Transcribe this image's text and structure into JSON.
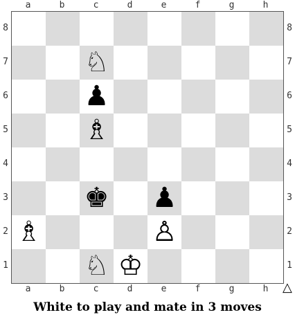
{
  "files": [
    "a",
    "b",
    "c",
    "d",
    "e",
    "f",
    "g",
    "h"
  ],
  "ranks": [
    "8",
    "7",
    "6",
    "5",
    "4",
    "3",
    "2",
    "1"
  ],
  "pieces": [
    {
      "square": "c7",
      "color": "white",
      "type": "knight",
      "glyph": "♘"
    },
    {
      "square": "c6",
      "color": "black",
      "type": "pawn",
      "glyph": "♟"
    },
    {
      "square": "c5",
      "color": "white",
      "type": "bishop",
      "glyph": "♗"
    },
    {
      "square": "c3",
      "color": "black",
      "type": "king",
      "glyph": "♚"
    },
    {
      "square": "e3",
      "color": "black",
      "type": "pawn",
      "glyph": "♟"
    },
    {
      "square": "a2",
      "color": "white",
      "type": "bishop",
      "glyph": "♗"
    },
    {
      "square": "e2",
      "color": "white",
      "type": "pawn",
      "glyph": "♙"
    },
    {
      "square": "c1",
      "color": "white",
      "type": "knight",
      "glyph": "♘"
    },
    {
      "square": "d1",
      "color": "white",
      "type": "king",
      "glyph": "♔"
    }
  ],
  "turn_marker": "△",
  "caption": "White to play and mate in 3 moves"
}
